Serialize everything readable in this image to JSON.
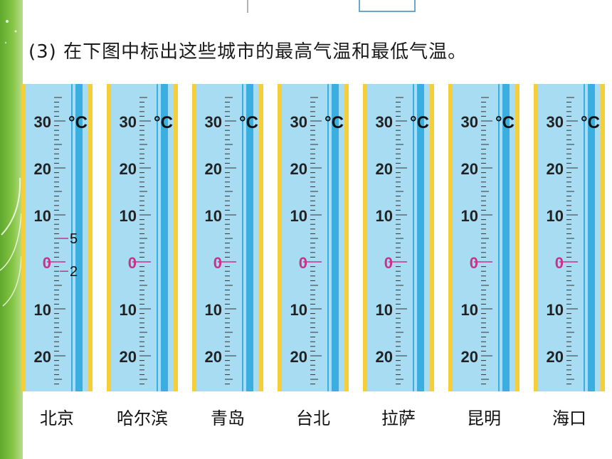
{
  "header": {
    "number": "(3)",
    "instruction": "在下图中标出这些城市的最高气温和最低气温。"
  },
  "thermometer": {
    "unit": "°C",
    "scale_labels": [
      "30",
      "20",
      "10",
      "0",
      "10",
      "20"
    ],
    "zero_label": "0"
  },
  "cities": [
    {
      "name": "北京",
      "marks": [
        {
          "label": "5",
          "value": 5
        },
        {
          "label": "2",
          "value": -2
        }
      ]
    },
    {
      "name": "哈尔滨",
      "marks": []
    },
    {
      "name": "青岛",
      "marks": []
    },
    {
      "name": "台北",
      "marks": []
    },
    {
      "name": "拉萨",
      "marks": []
    },
    {
      "name": "昆明",
      "marks": []
    },
    {
      "name": "海口",
      "marks": []
    }
  ],
  "colors": {
    "tube_light": "#a8dcf2",
    "tube_dark": "#3aaedf",
    "frame_yellow": "#f4cf3a",
    "zero_magenta": "#c8328a",
    "text": "#1a1a1a",
    "deco_green": "#6cb33a"
  }
}
